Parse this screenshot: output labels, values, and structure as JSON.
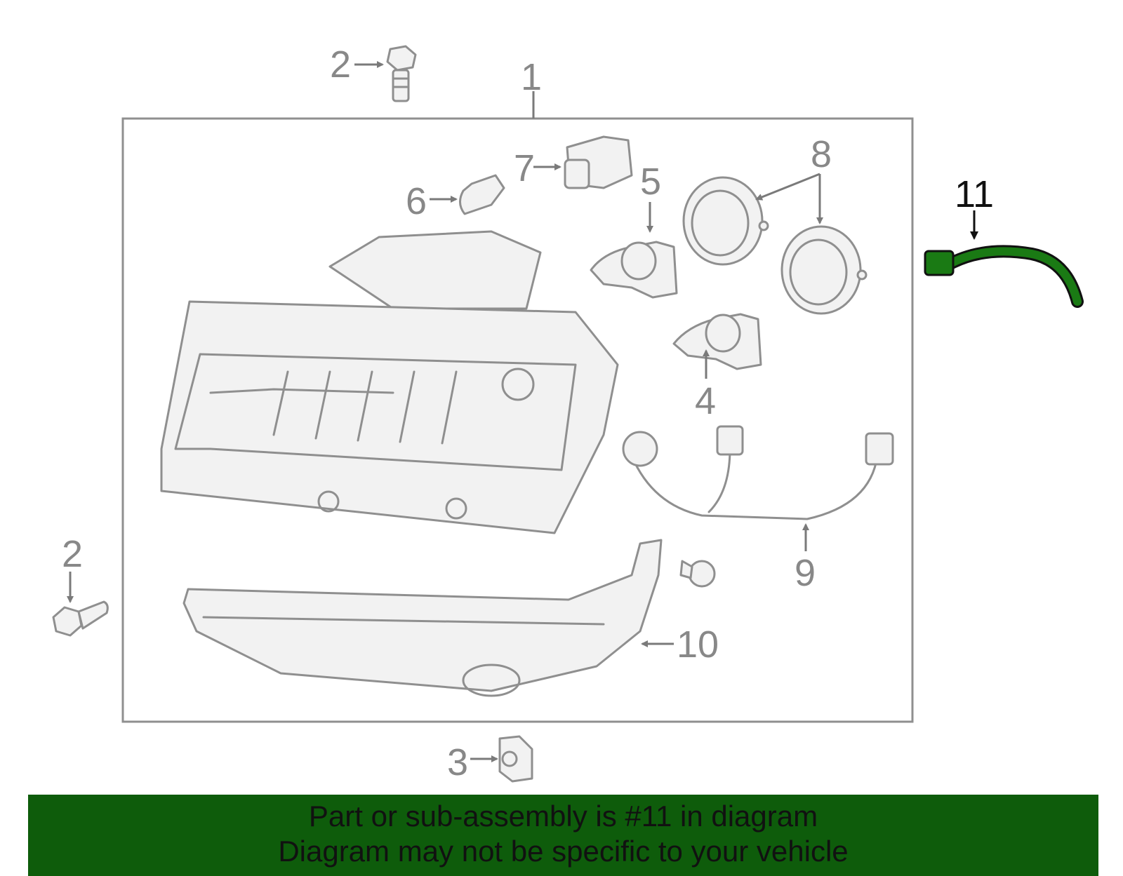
{
  "diagram": {
    "callouts": {
      "c1": "1",
      "c2_top": "2",
      "c2_left": "2",
      "c3": "3",
      "c4": "4",
      "c5": "5",
      "c6": "6",
      "c7": "7",
      "c8": "8",
      "c9": "9",
      "c10": "10",
      "c11": "11"
    },
    "highlighted_part": "11",
    "colors": {
      "highlight": "#1a7a14",
      "banner": "#0e5c0b",
      "parts": "#8f8f8f"
    }
  },
  "banner": {
    "line1": "Part or sub-assembly is #11 in diagram",
    "line2": "Diagram may not be specific to your vehicle"
  }
}
